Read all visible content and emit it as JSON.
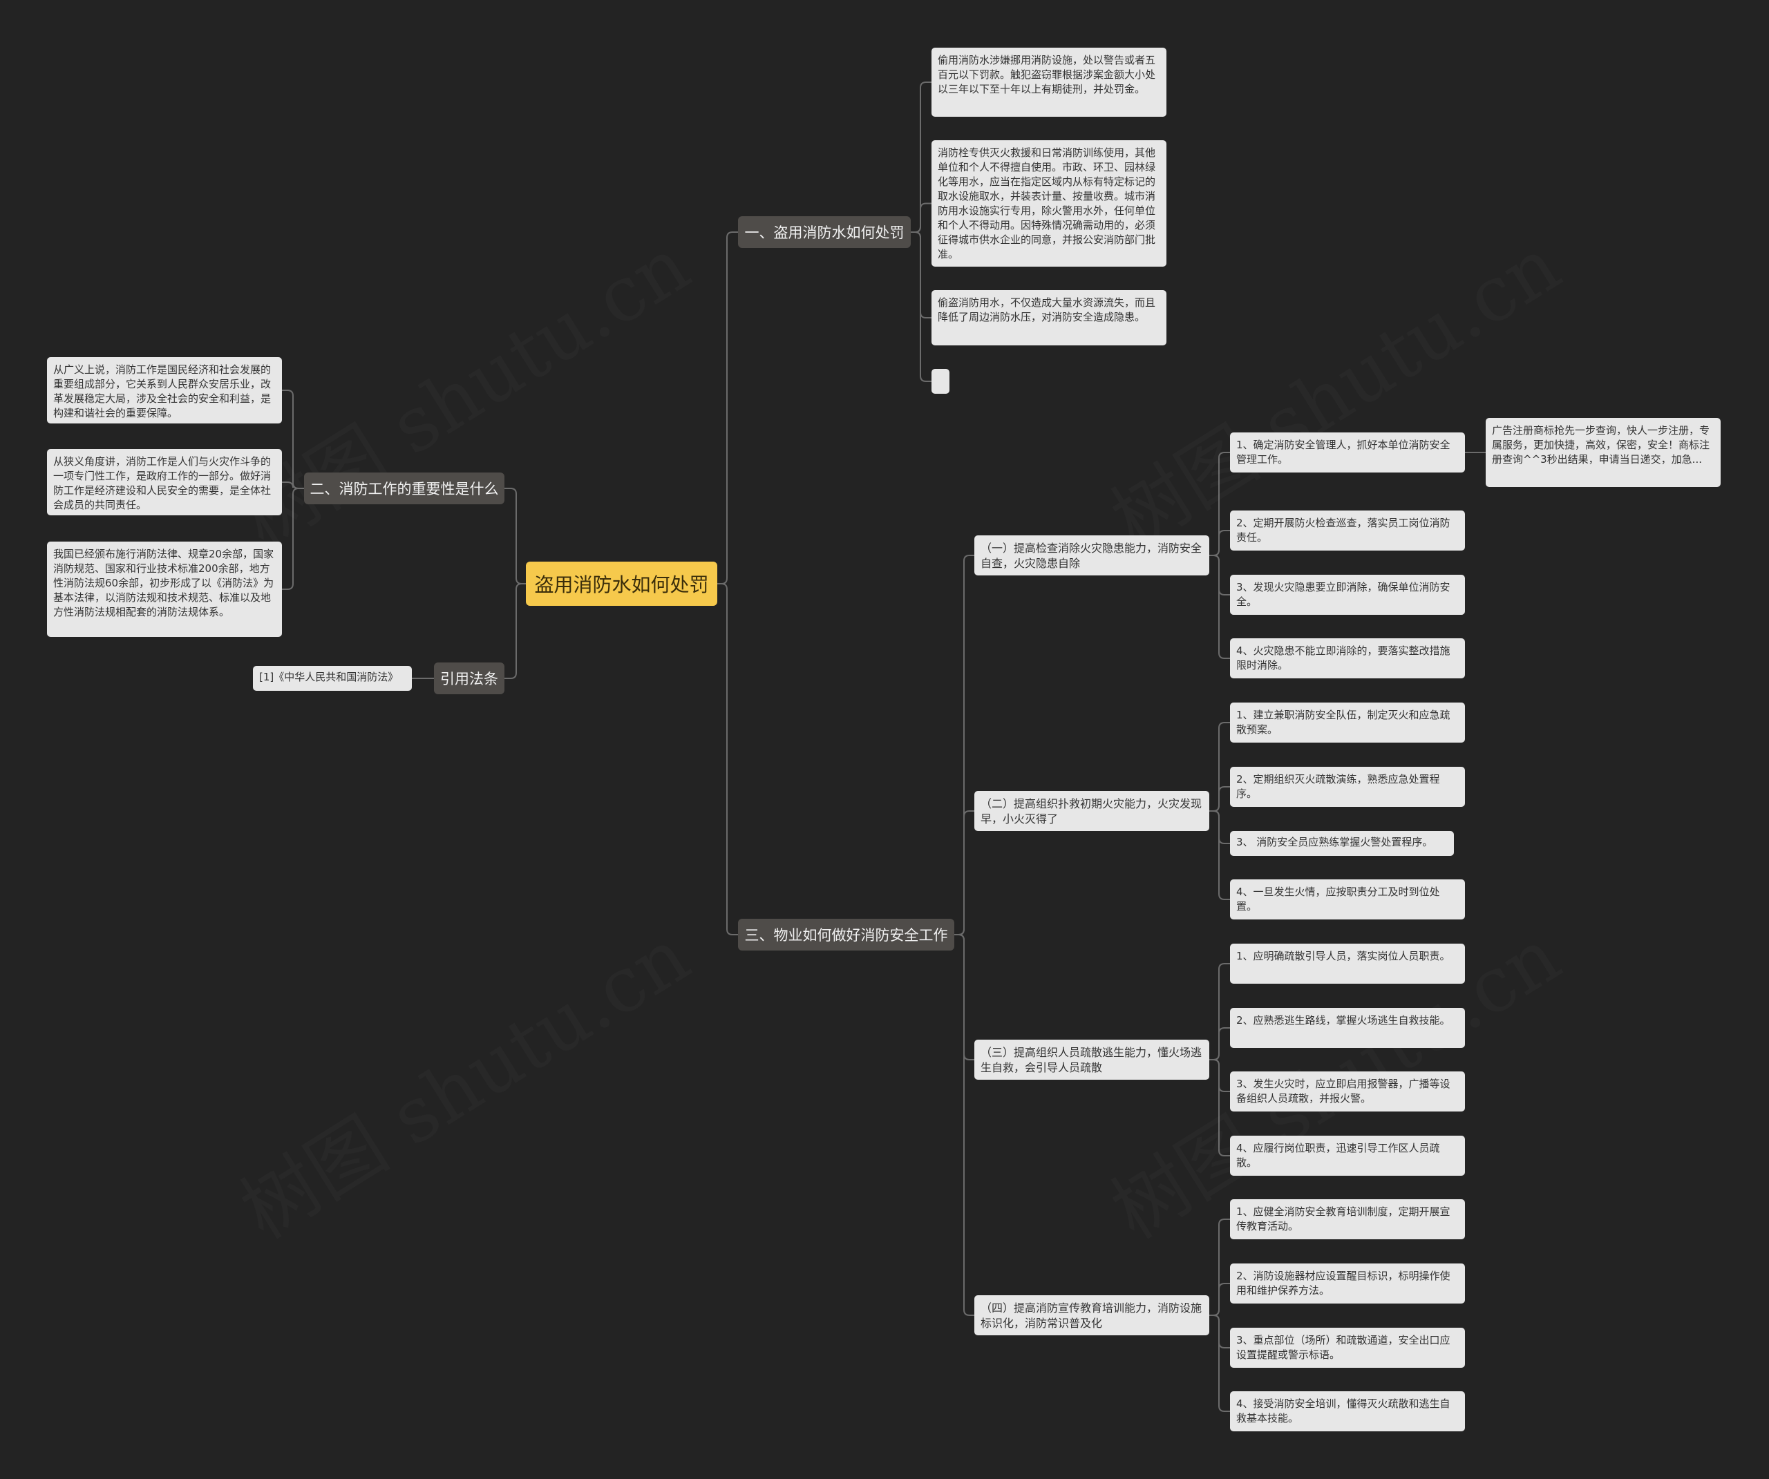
{
  "root": {
    "label": "盗用消防水如何处罚"
  },
  "watermark": "树图 shutu.cn",
  "left": {
    "importance": {
      "label": "二、消防工作的重要性是什么",
      "notes": [
        "从广义上说，消防工作是国民经济和社会发展的重要组成部分，它关系到人民群众安居乐业，改革发展稳定大局，涉及全社会的安全和利益，是构建和谐社会的重要保障。",
        "从狭义角度讲，消防工作是人们与火灾作斗争的一项专门性工作，是政府工作的一部分。做好消防工作是经济建设和人民安全的需要，是全体社会成员的共同责任。",
        "我国已经颁布施行消防法律、规章20余部，国家消防规范、国家和行业技术标准200余部，地方性消防法规60余部，初步形成了以《消防法》为基本法律，以消防法规和技术规范、标准以及地方性消防法规相配套的消防法规体系。"
      ]
    },
    "citation": {
      "label": "引用法条",
      "ref": "[1]《中华人民共和国消防法》"
    }
  },
  "right": {
    "penalty": {
      "label": "一、盗用消防水如何处罚",
      "notes": [
        "偷用消防水涉嫌挪用消防设施，处以警告或者五百元以下罚款。触犯盗窃罪根据涉案金额大小处以三年以下至十年以上有期徒刑，并处罚金。",
        "消防栓专供灭火救援和日常消防训练使用，其他单位和个人不得擅自使用。市政、环卫、园林绿化等用水，应当在指定区域内从标有特定标记的取水设施取水，并装表计量、按量收费。城市消防用水设施实行专用，除火警用水外，任何单位和个人不得动用。因特殊情况确需动用的，必须征得城市供水企业的同意，并报公安消防部门批准。",
        "偷盗消防用水，不仅造成大量水资源流失，而且降低了周边消防水压，对消防安全造成隐患。",
        ""
      ]
    },
    "property": {
      "label": "三、物业如何做好消防安全工作",
      "groups": [
        {
          "label": "（一）提高检查消除火灾隐患能力，消防安全自查，火灾隐患自除",
          "items": [
            "1、确定消防安全管理人，抓好本单位消防安全管理工作。",
            "2、定期开展防火检查巡查，落实员工岗位消防责任。",
            "3、发现火灾隐患要立即消除，确保单位消防安全。",
            "4、火灾隐患不能立即消除的，要落实整改措施限时消除。"
          ],
          "ad": "广告注册商标抢先一步查询，快人一步注册，专属服务，更加快捷，高效，保密，安全！商标注册查询^^3秒出结果，申请当日递交，加急..."
        },
        {
          "label": "（二）提高组织扑救初期火灾能力，火灾发现早，小火灭得了",
          "items": [
            "1、建立兼职消防安全队伍，制定灭火和应急疏散预案。",
            "2、定期组织灭火疏散演练，熟悉应急处置程序。",
            "3、 消防安全员应熟练掌握火警处置程序。",
            "4、一旦发生火情，应按职责分工及时到位处置。"
          ]
        },
        {
          "label": "（三）提高组织人员疏散逃生能力，懂火场逃生自救，会引导人员疏散",
          "items": [
            "1、应明确疏散引导人员，落实岗位人员职责。",
            "2、应熟悉逃生路线，掌握火场逃生自救技能。",
            "3、发生火灾时，应立即启用报警器，广播等设备组织人员疏散，并报火警。",
            "4、应履行岗位职责，迅速引导工作区人员疏散。"
          ]
        },
        {
          "label": "（四）提高消防宣传教育培训能力，消防设施标识化，消防常识普及化",
          "items": [
            "1、应健全消防安全教育培训制度，定期开展宣传教育活动。",
            "2、消防设施器材应设置醒目标识，标明操作使用和维护保养方法。",
            "3、重点部位（场所）和疏散通道，安全出口应设置提醒或警示标语。",
            "4、接受消防安全培训，懂得灭火疏散和逃生自救基本技能。"
          ]
        }
      ]
    }
  },
  "colors": {
    "background": "#232323",
    "root": "#f6c94c",
    "branch": "#4f4c49",
    "leaf": "#e7e7e7",
    "edge": "#6b6b6b"
  }
}
